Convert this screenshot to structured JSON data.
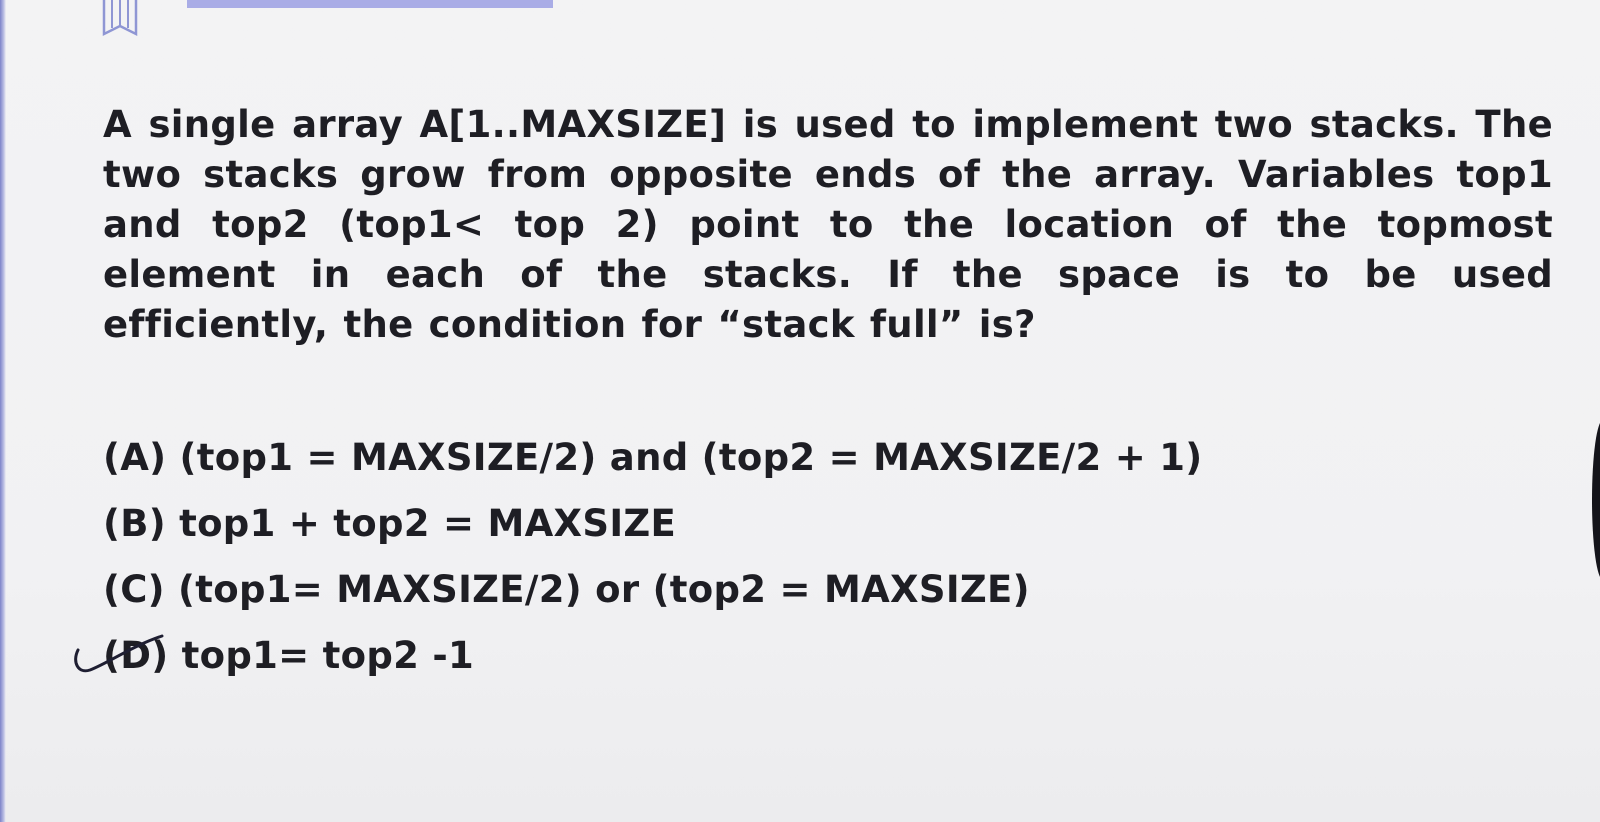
{
  "question": {
    "text": "A single array A[1..MAXSIZE] is used to implement two stacks. The two stacks grow from opposite ends of the array. Variables top1 and top2 (top1< top 2) point to the location of the topmost element in each of the stacks. If the space is to be used efficiently, the condition for “stack full” is?"
  },
  "options": [
    {
      "text": "(A) (top1 = MAXSIZE/2) and (top2 = MAXSIZE/2 + 1)"
    },
    {
      "text": "(B) top1 + top2 = MAXSIZE"
    },
    {
      "text": "(C) (top1= MAXSIZE/2) or (top2 = MAXSIZE)"
    },
    {
      "text": "(D) top1= top2 -1"
    }
  ],
  "annotations": {
    "check_mark_color": "#1e1e32",
    "marked_option": "D"
  },
  "colors": {
    "accent": "#a9ace6",
    "text": "#1e1e24",
    "background": "#f2f2f4"
  }
}
